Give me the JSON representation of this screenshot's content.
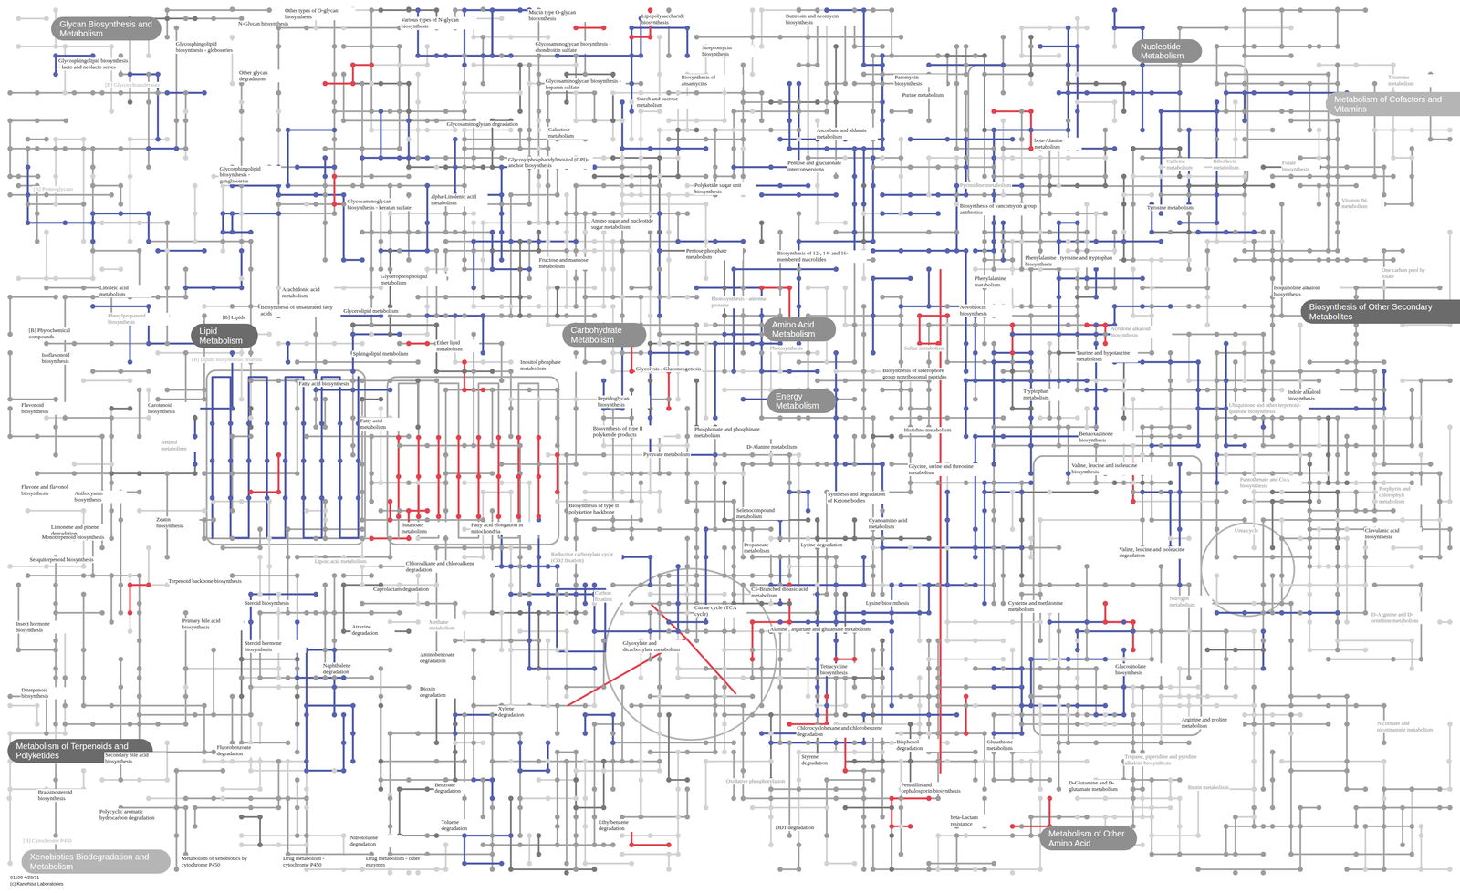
{
  "diagram": {
    "nodes": [
      {
        "text": [
          "Glycan Biosynthesis and Metabolism"
        ]
      },
      {
        "text": [
          "Nucleotide Metabolism"
        ]
      },
      {
        "text": [
          "Metabolism of Cofactors and Vitamins"
        ]
      },
      {
        "text": [
          "Biosynthesis of Other Secondary Metabolites"
        ]
      },
      {
        "text": [
          "Amino Acid Metabolism"
        ]
      },
      {
        "text": [
          "Carbohydrate Metabolism"
        ]
      },
      {
        "text": [
          "Lipid Metabolism"
        ]
      },
      {
        "text": [
          "Energy Metabolism"
        ]
      },
      {
        "text": [
          "Metabolism of Terpenoids and Polyketides"
        ]
      },
      {
        "text": [
          "Metabolism of Other Amino Acid"
        ]
      },
      {
        "text": [
          "Xenobiotics Biodegradation and Metabolism"
        ]
      }
    ],
    "labels": [
      "Glycosphingolipid biosynthesis - lacto and neolacto series",
      "[B] Glycosyltransferases",
      "N-Glycan biosynthesis",
      "Other types of O-glycan biosynthesis",
      "Various types of N-glycan biosynthesis",
      "Mucin type O-glycan biosynthesis",
      "Glycosphingolipid biosynthesis - globoseries",
      "Other glycan degradation",
      "Glycosaminoglycan biosynthesis - chondroitin sulfate",
      "Lipopolysaccharide biosynthesis",
      "Streptomycin biosynthesis",
      "Butirosin and neomycin biosynthesis",
      "Paromycin biosynthesis",
      "Purine metabolism",
      "Thiamine metabolism",
      "Biosynthesis of ansamycins",
      "Starch and sucrose metabolism",
      "Glycosaminoglycan biosynthesis - heparan sulfate",
      "Galactose metabolism",
      "Glycosaminoglycan degradation",
      "[B] Proteoglycans",
      "Glycosphingolipid biosynthesis - ganglioseries",
      "Glycosaminoglycan biosynthesis - keratan sulfate",
      "alpha-Linolenic acid metabolism",
      "Glycosylphosphatidylinositol (GPI)-anchor biosynthesis",
      "Polyketide sugar unit biosynthesis",
      "Ascorbate and aldarate metabolism",
      "Pentose and glucuronate interconversions",
      "beta-Alanine metabolism",
      "Pyrimidine metabolism",
      "Caffeine metabolism",
      "Riboflavin metabolism",
      "Folate biosynthesis",
      "Vitamin B6 metabolism",
      "Biosynthesis of vancomycin group antibiotics",
      "Tyrosine metabolism",
      "Amino sugar and nucleotide sugar metabolism",
      "Fructose and mannose metabolism",
      "Pentose phosphate metabolism",
      "Biosynthesis of 12-, 14- and 16-membered macrolides",
      "Phenylalanine , tyrosine and tryptophan biosynthesis",
      "Phenylalanine metabolism",
      "Novobiocin biosynthesis",
      "One carbon pool by folate",
      "Isoquinoline alkaloid biosynthesis",
      "Linoleic acid metabolism",
      "Arachidonic acid metabolism",
      "Glycerophospholipid metabolism",
      "Biosynthesis of unsaturated fatty acids",
      "Glycerolipid metabolism",
      "[B] Lipids",
      "[B] Phytochemical compounds",
      "Phenylpropanoid biosynthesis",
      "Photosynthesis - antenna proteins",
      "Photosynthesis",
      "Ether lipid metabolism",
      "Sphingolipid metabolism",
      "Inositol phosphate metabolism",
      "Glycolysis / Gluconeogenesis",
      "Sulfur metabolism",
      "Acridone alkaloid biosynthesis",
      "Taurine and hypotaurine metabolism",
      "Isoflavonoid biosynthesis",
      "[B] Lipids biosynthesis proteins",
      "Biosynthesis of siderophore group nonribosomal peptides",
      "Tryptophan metabolism",
      "Indole alkaloid biosynthesis",
      "Fatty acid biosynthesis",
      "Carotenoid biosynthesis",
      "Flavonoid biosynthesis",
      "Fatty acid metabolism",
      "Peptidoglycan biosynthesis",
      "Ubiquinone and other terpenoid-quinone biosynthesis",
      "Retinol metabolism",
      "Biosynthesis of type II polyketide products",
      "Phosphonate and phosphinate metabolism",
      "Histidine metabolism",
      "Benzoxazinone biosynthesis",
      "Pyruvate metabolism",
      "D-Alanine metabolism",
      "Glycine, serine and threonine metabolism",
      "Valine, leucine and isoleucine biosynthesis",
      "Pantothenate and CoA biosynthesis",
      "Porphyrin and chlorophyll metabolism",
      "Flavone and flavonol biosynthesis",
      "Anthocyanin biosynthesis",
      "Butanoate metabolism",
      "Fatty acid elongation in mitochondria",
      "Biosynthesis of type II polyketide backbone",
      "Selenocompound metabolism",
      "Synthesis and degradation of Ketone bodies",
      "Cyanoamino acid metabolism",
      "Limonene and pinene degradation",
      "Zeatin biosynthesis",
      "Monoterpenoid biosynthesis",
      "Clavulanic acid biosynthesis",
      "Urea cycle",
      "Propanoate metabolism",
      "Lysine degradation",
      "Valine, leucine and isoleucine degradation",
      "Chloroalkane and chloroalkene degradation",
      "Lipoic acid metabolism",
      "Reductive carboxylate cycle (CO2 fixation)",
      "Sesquiterpenoid biosynthesis",
      "Terpenoid backbone biosynthesis",
      "Caprolactam degradation",
      "Steroid biosynthesis",
      "Carbon fixation",
      "Citrate cycle (TCA cycle)",
      "C5-Branched dibasic acid metabolism",
      "Lysine biosynthesis",
      "Cysteine and methionine metabolism",
      "Nitrogen metabolism",
      "D-Arginine and D-ornithine metabolism",
      "Insect hormone biosynthesis",
      "Primary bile acid biosynthesis",
      "Atrazine degradation",
      "Methane metabolism",
      "Alanine , aspartate and glutamate metabolism",
      "Steroid hormone biosynthesis",
      "Glyoxylate and dicarboxylate metabolism",
      "Naphthalene degradation",
      "Aminobenzoate degradation",
      "Glucosinolate biosynthesis",
      "Tetracycline biosynthesis",
      "Dioxin degradation",
      "Diterpenoid biosynthesis",
      "Arginine and proline metabolism",
      "Nicotinate and nicotinamide metabolism",
      "Xylene degradation",
      "Chlorocyclohexane and chlorobenzene degradation",
      "Fluorobenzoate degradation",
      "Bisphenol degradation",
      "Glutathione metabolism",
      "Tropane, piperidine and pyridine alkaloid biosynthesis",
      "Styrene degradation",
      "Secondary bile acid biosynthesis",
      "Oxidative phosphorylation",
      "Brassinosteroid biosynthesis",
      "Benzoate degradation",
      "Penicillin and cephalosporin biosynthesis",
      "D-Glutamine and D-glutamate metabolism",
      "Biotin metabolism",
      "beta-Lactam resistance",
      "Toluene degradation",
      "Ethylbenzene degradation",
      "DDT degradation",
      "Polycyclic aromatic hydrocarbon degradation",
      "[B] Cytochrome P450",
      "Nitrotoluene degradation",
      "Metabolism of xenobiotics by cytochrome P450",
      "Drug metabolism - cytochrome P450",
      "Drug metabolism - other enzymes",
      "01100 4/28/11",
      "(c) Kanehisa Laboratories"
    ]
  }
}
